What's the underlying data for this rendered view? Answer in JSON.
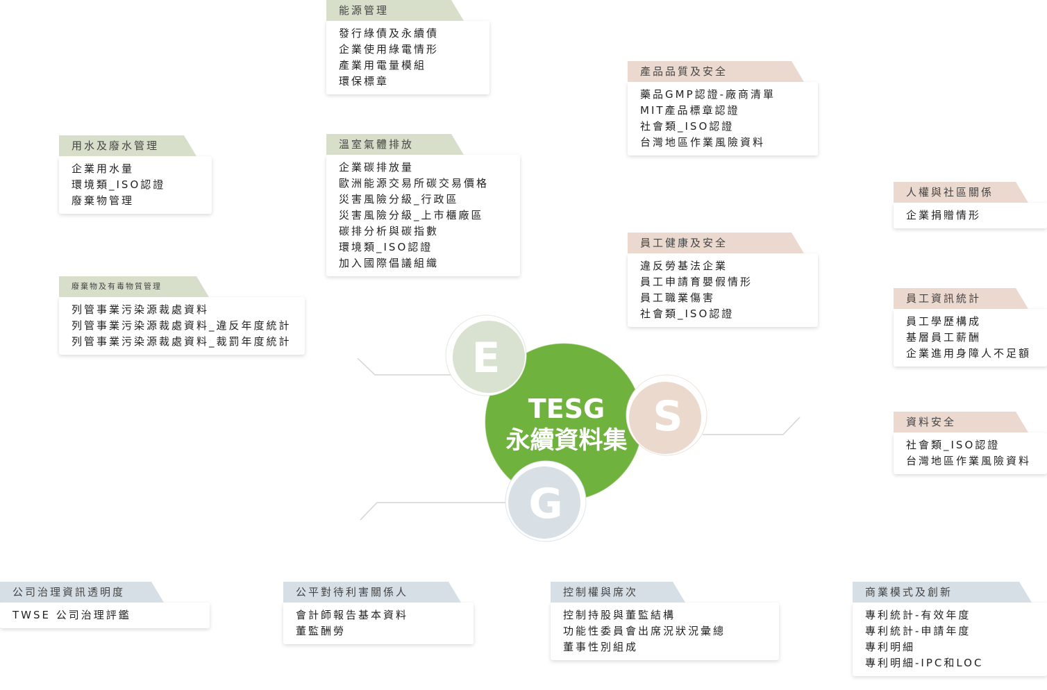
{
  "colors": {
    "e_tab": "#d7dfcb",
    "s_tab": "#ebd9cf",
    "g_tab": "#d6dfe6",
    "center": "#6fb23e",
    "e_circle": "#d9e2d0",
    "s_circle": "#ecd9ce",
    "g_circle": "#d8e0e6",
    "line": "#d4d4d4"
  },
  "center": {
    "title": "TESG",
    "subtitle": "永續資料集"
  },
  "pillars": {
    "e": "E",
    "s": "S",
    "g": "G"
  },
  "cards": [
    {
      "id": "energy",
      "group": "e",
      "title": "能源管理",
      "items": [
        "發行綠債及永續債",
        "企業使用綠電情形",
        "產業用電量模組",
        "環保標章"
      ]
    },
    {
      "id": "water",
      "group": "e",
      "title": "用水及廢水管理",
      "items": [
        "企業用水量",
        "環境類_ISO認證",
        "廢棄物管理"
      ]
    },
    {
      "id": "ghg",
      "group": "e",
      "title": "溫室氣體排放",
      "items": [
        "企業碳排放量",
        "歐洲能源交易所碳交易價格",
        "災害風險分級_行政區",
        "災害風險分級_上市櫃廠區",
        "碳排分析與碳指數",
        "環境類_ISO認證",
        "加入國際倡議組織"
      ]
    },
    {
      "id": "waste",
      "group": "e",
      "title": "廢棄物及有毒物質管理",
      "items": [
        "列管事業污染源裁處資料",
        "列管事業污染源裁處資料_違反年度統計",
        "列管事業污染源裁處資料_裁罰年度統計"
      ]
    },
    {
      "id": "product",
      "group": "s",
      "title": "產品品質及安全",
      "items": [
        "藥品GMP認證-廠商清單",
        "MIT產品標章認證",
        "社會類_ISO認證",
        "台灣地區作業風險資料"
      ]
    },
    {
      "id": "employee_safety",
      "group": "s",
      "title": "員工健康及安全",
      "items": [
        "違反勞基法企業",
        "員工申請育嬰假情形",
        "員工職業傷害",
        "社會類_ISO認證"
      ]
    },
    {
      "id": "human_rights",
      "group": "s",
      "title": "人權與社區關係",
      "items": [
        "企業捐贈情形"
      ]
    },
    {
      "id": "employee_stats",
      "group": "s",
      "title": "員工資訊統計",
      "items": [
        "員工學歷構成",
        "基層員工薪酬",
        "企業進用身障人不足額"
      ]
    },
    {
      "id": "data_security",
      "group": "s",
      "title": "資料安全",
      "items": [
        "社會類_ISO認證",
        "台灣地區作業風險資料"
      ]
    },
    {
      "id": "gov_transparency",
      "group": "g",
      "title": "公司治理資訊透明度",
      "items": [
        "TWSE 公司治理評鑑"
      ]
    },
    {
      "id": "stakeholders",
      "group": "g",
      "title": "公平對待利害關係人",
      "items": [
        "會計師報告基本資料",
        "董監酬勞"
      ]
    },
    {
      "id": "control",
      "group": "g",
      "title": "控制權與席次",
      "items": [
        "控制持股與董監結構",
        "功能性委員會出席況狀況彙總",
        "董事性別組成"
      ]
    },
    {
      "id": "business",
      "group": "g",
      "title": "商業模式及創新",
      "items": [
        "專利統計-有效年度",
        "專利統計-申請年度",
        "專利明細",
        "專利明細-IPC和LOC"
      ]
    }
  ]
}
